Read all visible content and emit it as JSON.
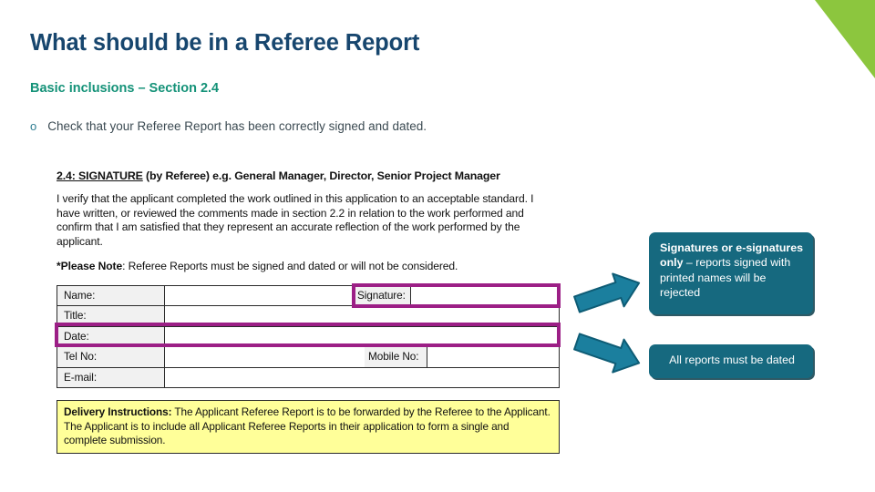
{
  "slide": {
    "title": "What should be in a Referee Report",
    "subtitle": "Basic inclusions – Section 2.4",
    "bullet_marker": "o",
    "bullet_text": "Check that your Referee Report has been correctly signed and dated."
  },
  "document": {
    "section_number": "2.4: SIGNATURE",
    "section_heading_rest": " (by Referee) e.g. General Manager, Director, Senior Project Manager",
    "paragraph": "I verify that the applicant completed the work outlined in this application to an acceptable standard. I have written, or reviewed the comments made in section 2.2 in relation to the work performed and confirm that I am satisfied that they represent an accurate reflection of the work performed by the applicant.",
    "note_label": "*Please Note",
    "note_text": ": Referee Reports must be signed and dated or will not be considered.",
    "form_rows": [
      {
        "label": "Name:",
        "inline_label": "Signature:"
      },
      {
        "label": "Title:",
        "inline_label": ""
      },
      {
        "label": "Date:",
        "inline_label": ""
      },
      {
        "label": "Tel No:",
        "inline_label": "Mobile No:"
      },
      {
        "label": "E-mail:",
        "inline_label": ""
      }
    ],
    "instructions_label": "Delivery Instructions:",
    "instructions_text": " The Applicant Referee Report is to be forwarded by the Referee to the Applicant. The Applicant is to include all Applicant Referee Reports in their application to form a single and complete submission."
  },
  "callouts": [
    {
      "bold": "Signatures or e-signatures only",
      "rest": " – reports signed with printed names will be rejected"
    },
    {
      "text": "All reports must be dated"
    }
  ],
  "colors": {
    "title": "#17466e",
    "subtitle": "#149278",
    "accent_green": "#8cc63e",
    "callout_teal": "#16697f",
    "arrow_teal": "#1b7f9e",
    "highlight_magenta": "#9c1f86",
    "instructions_yellow": "#ffff99"
  }
}
